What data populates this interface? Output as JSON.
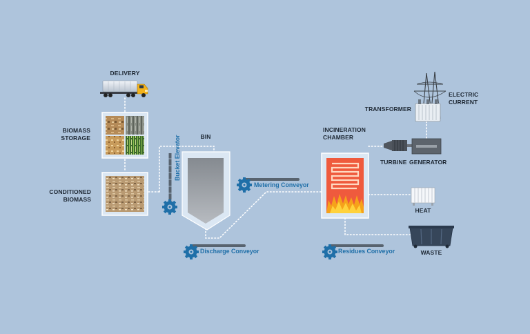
{
  "labels": {
    "delivery": "DELIVERY",
    "biomass_storage": "BIOMASS STORAGE",
    "conditioned_biomass": "CONDITIONED BIOMASS",
    "bin": "BIN",
    "incineration_chamber": "INCINERATION CHAMBER",
    "transformer": "TRANSFORMER",
    "electric_current": "ELECTRIC CURRENT",
    "turbine": "TURBINE",
    "generator": "GENERATOR",
    "heat": "HEAT",
    "waste": "WASTE"
  },
  "conveyors": {
    "bucket_elevator": "Bucket Elevator",
    "metering": "Metering Conveyor",
    "discharge": "Discharge Conveyor",
    "residues": "Residues Conveyor"
  },
  "colors": {
    "background": "#aec4dc",
    "label": "#1d2733",
    "conveyor_label": "#1f6fa8",
    "gear": "#1f6fa8",
    "frame": "#dbe7f3",
    "flow_dots": "#ffffff",
    "chamber_fill": "#ef5a3d",
    "flame": "#f6a21a"
  },
  "icons": {
    "truck": "truck-icon",
    "gear": "gear-icon",
    "power_pylon": "power-pylon-icon",
    "transformer": "transformer-icon",
    "turbine": "turbine-icon",
    "generator": "generator-icon",
    "radiator": "radiator-icon",
    "dumpster": "dumpster-icon"
  }
}
